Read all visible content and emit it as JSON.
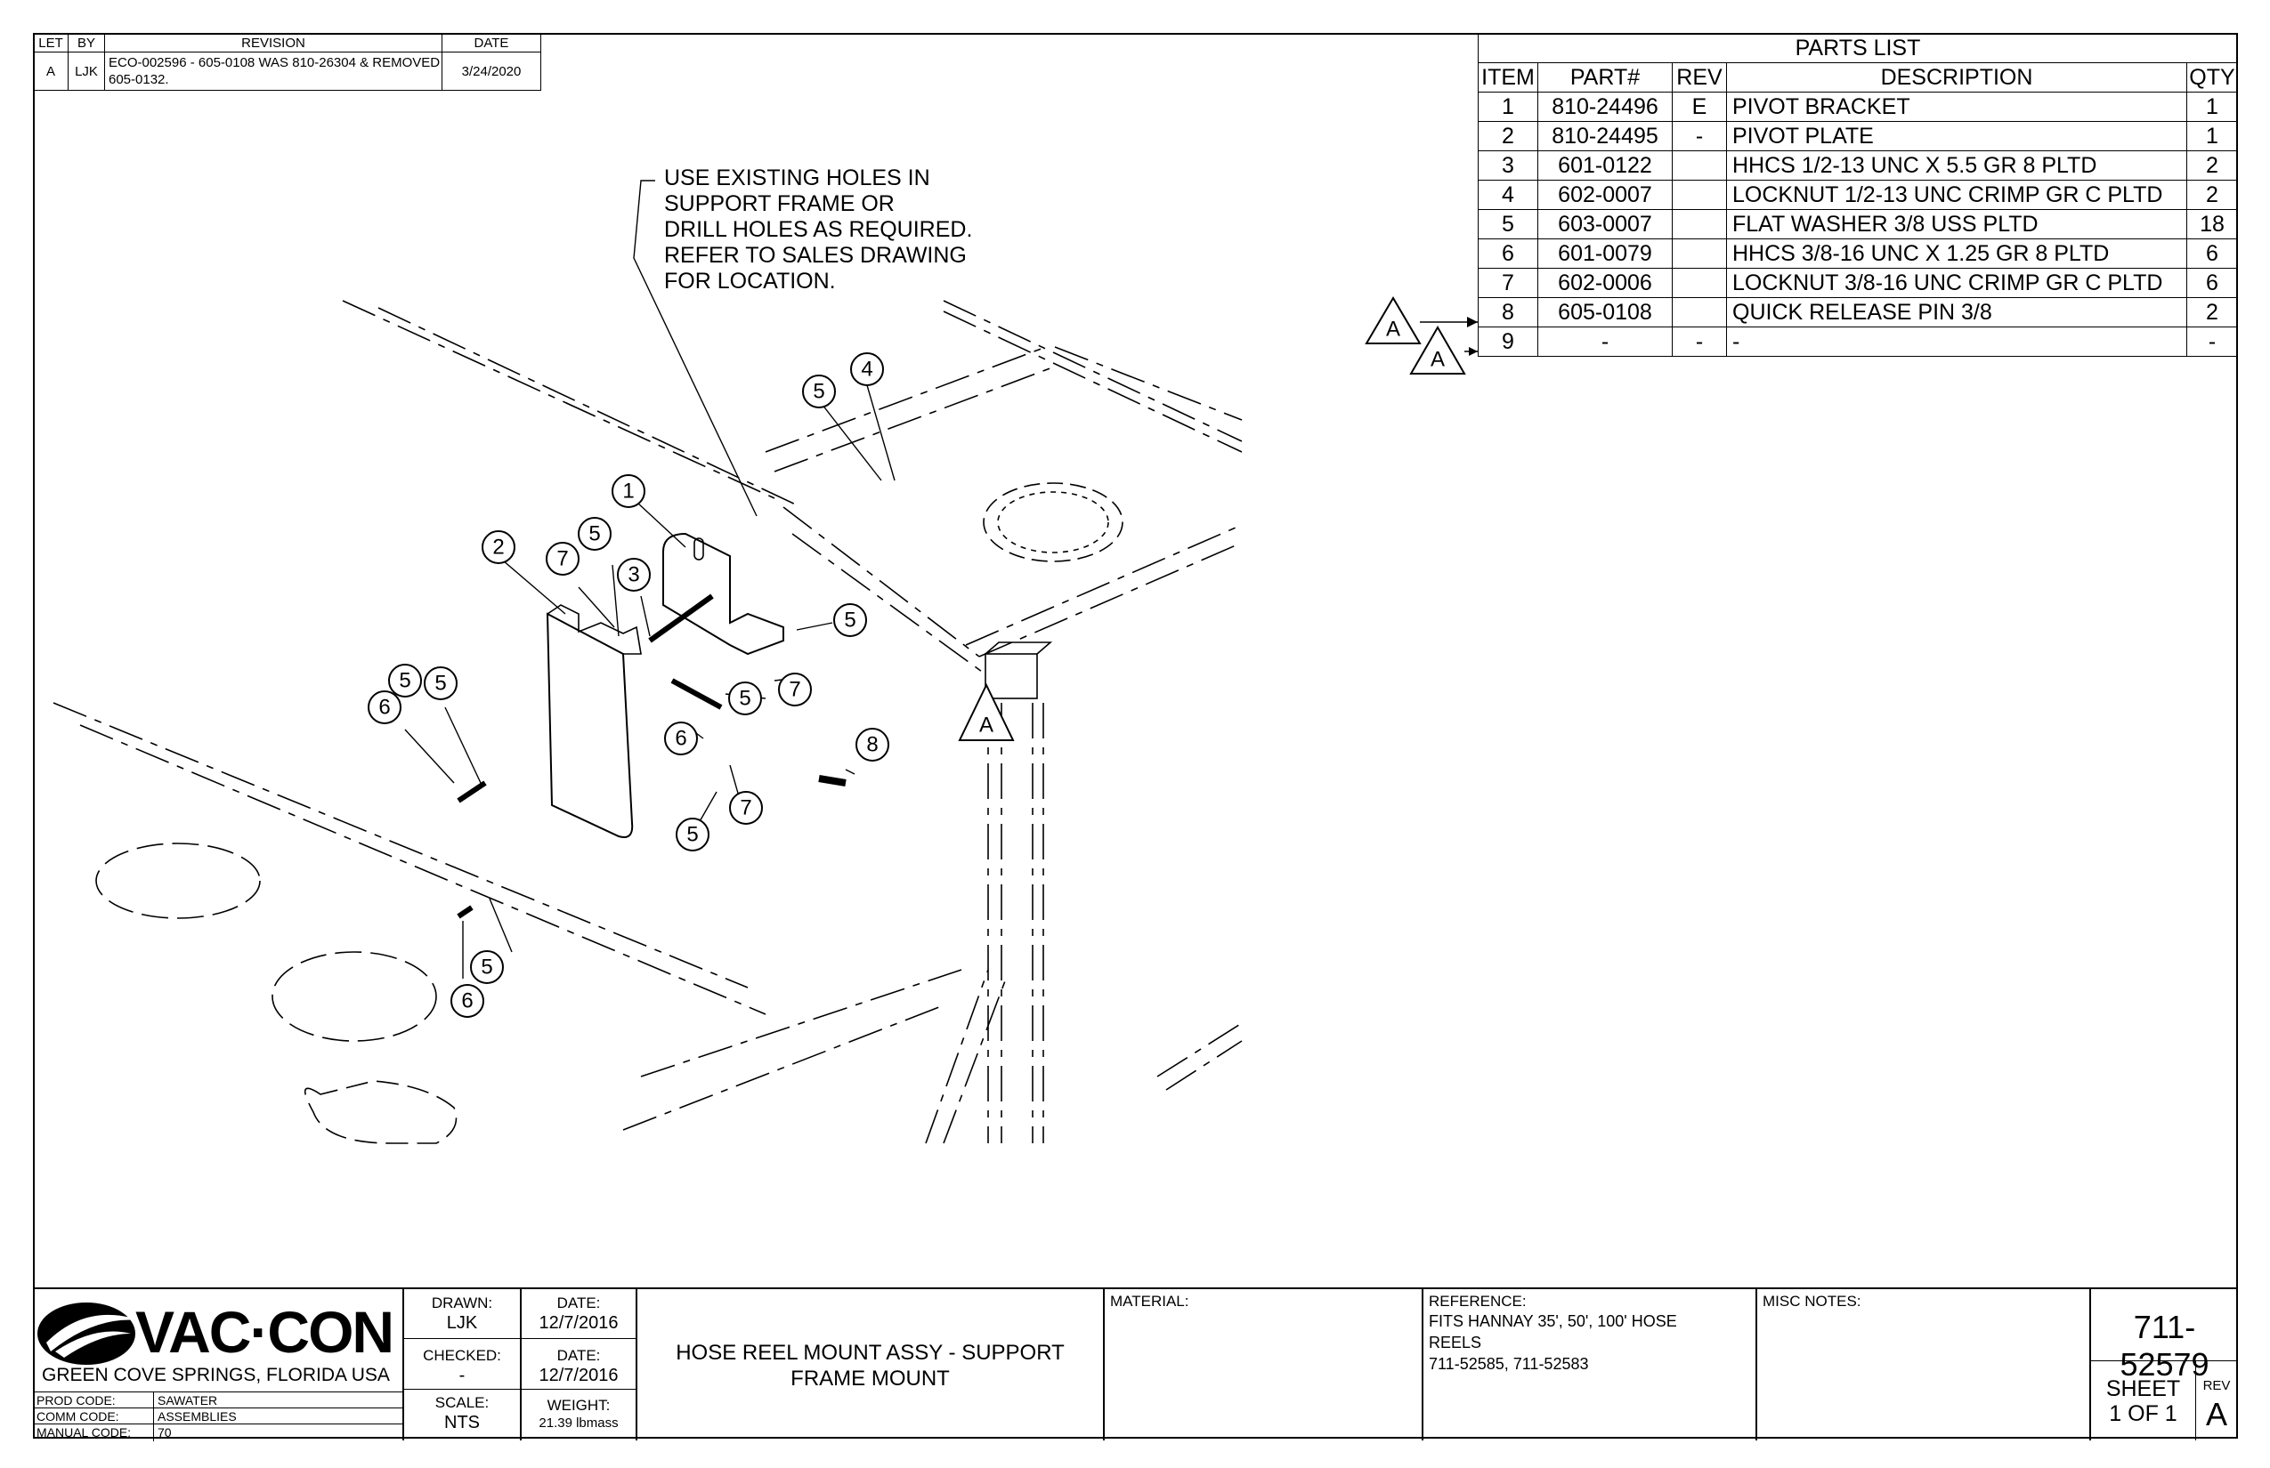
{
  "revision_table": {
    "headers": [
      "LET",
      "BY",
      "REVISION",
      "DATE"
    ],
    "rows": [
      {
        "let": "A",
        "by": "LJK",
        "revision": "ECO-002596 - 605-0108 WAS 810-26304 & REMOVED 605-0132.",
        "date": "3/24/2020"
      }
    ]
  },
  "parts_list": {
    "title": "PARTS LIST",
    "headers": [
      "ITEM",
      "PART#",
      "REV",
      "DESCRIPTION",
      "QTY"
    ],
    "rows": [
      {
        "item": "1",
        "part": "810-24496",
        "rev": "E",
        "description": "PIVOT BRACKET",
        "qty": "1"
      },
      {
        "item": "2",
        "part": "810-24495",
        "rev": "-",
        "description": "PIVOT PLATE",
        "qty": "1"
      },
      {
        "item": "3",
        "part": "601-0122",
        "rev": "",
        "description": "HHCS 1/2-13 UNC X 5.5 GR 8 PLTD",
        "qty": "2"
      },
      {
        "item": "4",
        "part": "602-0007",
        "rev": "",
        "description": "LOCKNUT 1/2-13 UNC CRIMP GR C PLTD",
        "qty": "2"
      },
      {
        "item": "5",
        "part": "603-0007",
        "rev": "",
        "description": "FLAT WASHER 3/8 USS PLTD",
        "qty": "18"
      },
      {
        "item": "6",
        "part": "601-0079",
        "rev": "",
        "description": "HHCS 3/8-16 UNC X 1.25 GR 8 PLTD",
        "qty": "6"
      },
      {
        "item": "7",
        "part": "602-0006",
        "rev": "",
        "description": "LOCKNUT 3/8-16 UNC CRIMP GR C PLTD",
        "qty": "6"
      },
      {
        "item": "8",
        "part": "605-0108",
        "rev": "",
        "description": "QUICK RELEASE PIN 3/8",
        "qty": "2"
      },
      {
        "item": "9",
        "part": "-",
        "rev": "-",
        "description": "-",
        "qty": "-"
      }
    ],
    "rev_flags": [
      "A",
      "A"
    ]
  },
  "drawing": {
    "note_lines": [
      "USE EXISTING HOLES IN",
      "SUPPORT FRAME OR",
      "DRILL HOLES AS REQUIRED.",
      "REFER TO SALES DRAWING",
      "FOR LOCATION."
    ],
    "callouts": [
      "1",
      "2",
      "3",
      "4",
      "5",
      "5",
      "5",
      "5",
      "5",
      "5",
      "5",
      "5",
      "6",
      "6",
      "6",
      "7",
      "7",
      "7",
      "8"
    ],
    "rev_marker": "A"
  },
  "title_block": {
    "company": "VAC·CON",
    "location": "GREEN COVE SPRINGS, FLORIDA USA",
    "prod_code_label": "PROD CODE:",
    "prod_code": "SAWATER",
    "comm_code_label": "COMM CODE:",
    "comm_code": "ASSEMBLIES",
    "manual_code_label": "MANUAL CODE:",
    "manual_code": "70",
    "drawn_label": "DRAWN:",
    "drawn": "LJK",
    "drawn_date_label": "DATE:",
    "drawn_date": "12/7/2016",
    "checked_label": "CHECKED:",
    "checked": "-",
    "checked_date_label": "DATE:",
    "checked_date": "12/7/2016",
    "scale_label": "SCALE:",
    "scale": "NTS",
    "weight_label": "WEIGHT:",
    "weight": "21.39 lbmass",
    "title_line1": "HOSE REEL MOUNT ASSY - SUPPORT",
    "title_line2": "FRAME MOUNT",
    "material_label": "MATERIAL:",
    "reference_label": "REFERENCE:",
    "reference_line1": "FITS HANNAY 35', 50', 100' HOSE",
    "reference_line2": "REELS",
    "reference_line3": "711-52585, 711-52583",
    "misc_notes_label": "MISC NOTES:",
    "drawing_number": "711-52579",
    "sheet_label": "SHEET",
    "sheet": "1 OF 1",
    "rev_label": "REV",
    "rev": "A"
  }
}
